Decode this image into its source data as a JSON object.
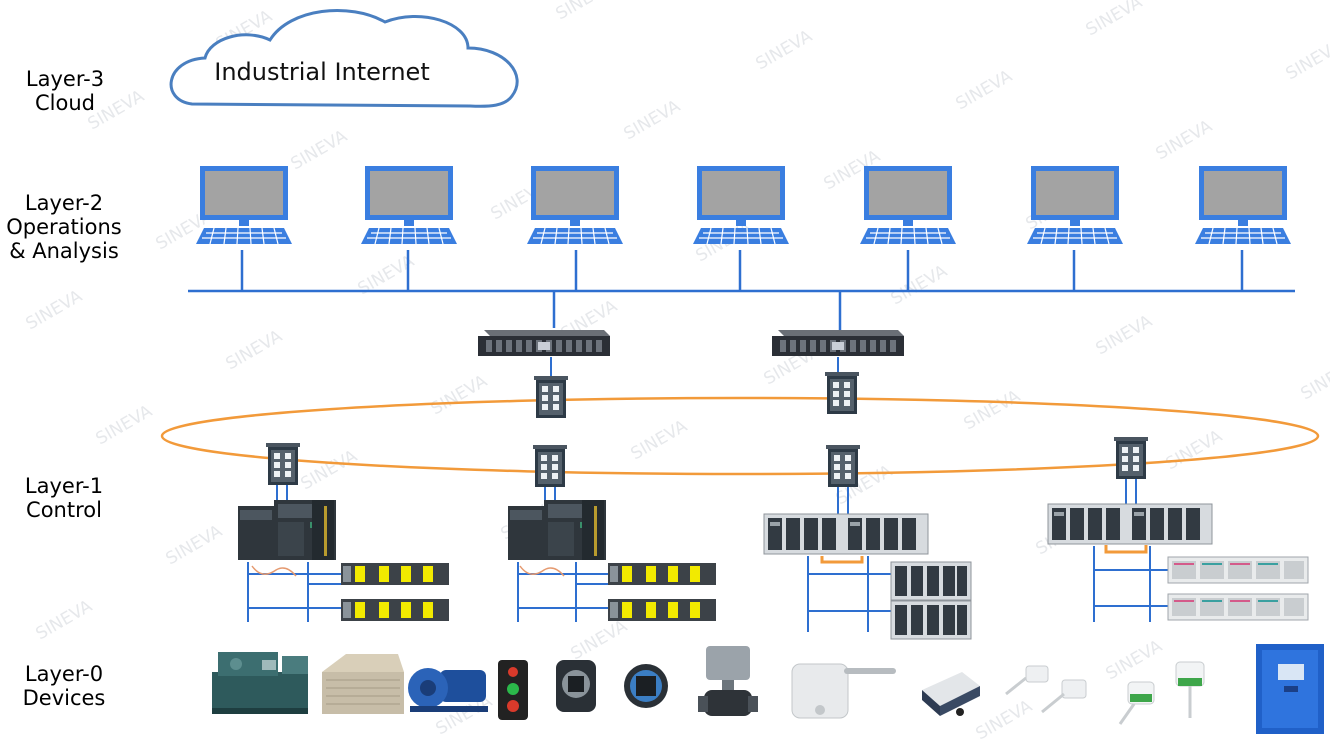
{
  "cloud": {
    "label": "Industrial Internet"
  },
  "layers": [
    {
      "id": "layer-3",
      "title": "Layer-3",
      "lines": [
        "Cloud"
      ]
    },
    {
      "id": "layer-2",
      "title": "Layer-2",
      "lines": [
        "Operations",
        "& Analysis"
      ]
    },
    {
      "id": "layer-1",
      "title": "Layer-1",
      "lines": [
        "Control"
      ]
    },
    {
      "id": "layer-0",
      "title": "Layer-0",
      "lines": [
        "Devices"
      ]
    }
  ],
  "watermark": "SINEVA",
  "colors": {
    "network_line": "#2e6fd0",
    "ring": "#f29a3a",
    "monitor_frame": "#3a7ee0",
    "monitor_screen": "#a3a3a3",
    "server": "#2b2f36",
    "plc_dark": "#2f363c",
    "io_yellow": "#f2ea00",
    "cloud_stroke": "#4a7fc0"
  },
  "icons": {
    "workstation": "desktop-computer-icon",
    "server": "rack-server-icon",
    "switch": "industrial-switch-icon",
    "plc": "plc-controller-icon",
    "io": "io-module-icon",
    "devices": [
      "chiller-icon",
      "cooling-tower-icon",
      "pump-icon",
      "push-button-station-icon",
      "camera-sensor-icon",
      "transmitter-icon",
      "valve-actuator-icon",
      "duct-sensor-icon",
      "gateway-box-icon",
      "humidity-sensor-icon",
      "room-sensor-icon",
      "display-controller-icon"
    ]
  }
}
